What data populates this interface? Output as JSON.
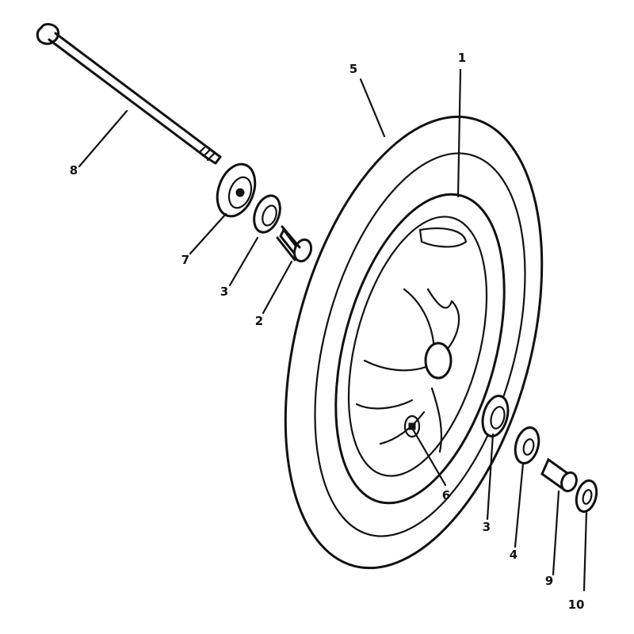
{
  "callouts": [
    {
      "id": "1",
      "part": "rim"
    },
    {
      "id": "5",
      "part": "tire"
    },
    {
      "id": "8",
      "part": "axle"
    },
    {
      "id": "7",
      "part": "hub-flange"
    },
    {
      "id": "3",
      "part": "bearing-left"
    },
    {
      "id": "2",
      "part": "spacer-left"
    },
    {
      "id": "6",
      "part": "valve"
    },
    {
      "id": "3",
      "part": "bearing-right"
    },
    {
      "id": "4",
      "part": "washer"
    },
    {
      "id": "9",
      "part": "spacer-right"
    },
    {
      "id": "10",
      "part": "nut"
    }
  ]
}
